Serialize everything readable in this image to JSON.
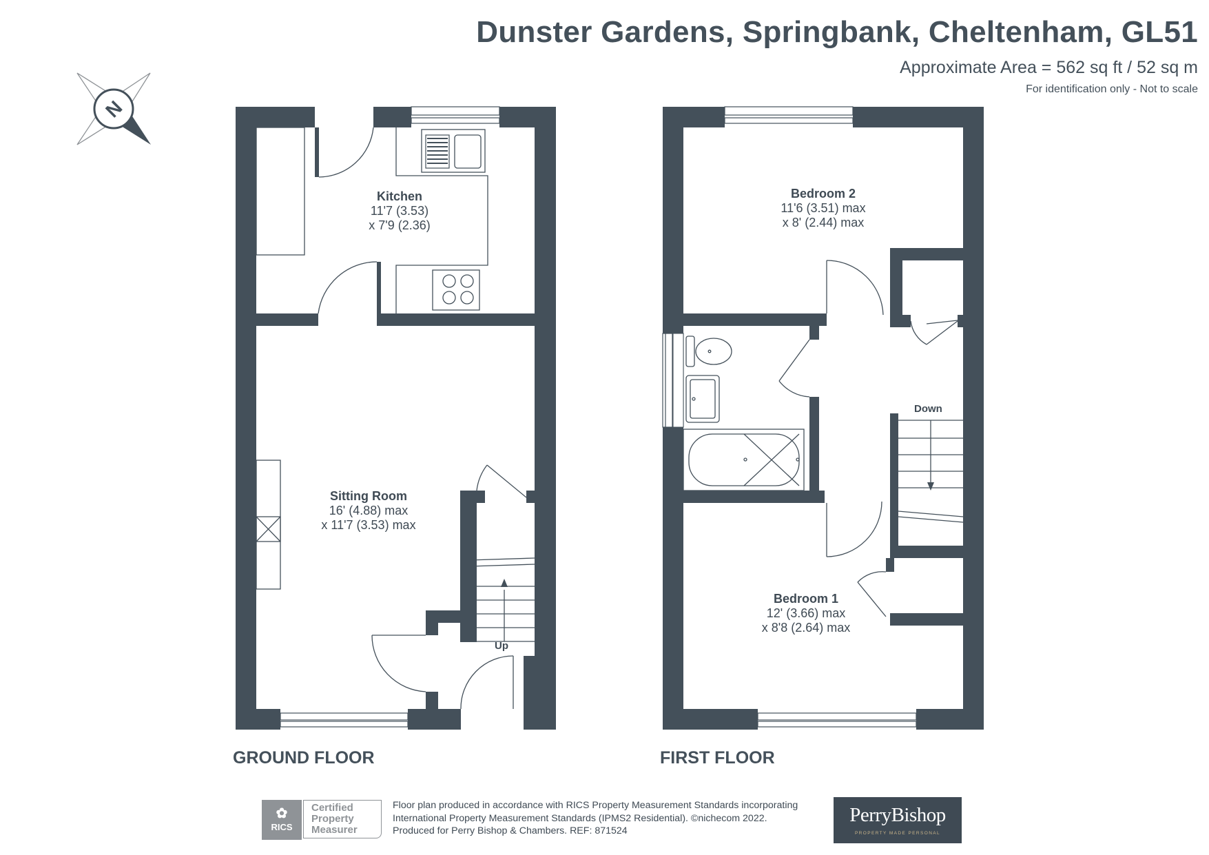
{
  "header": {
    "title": "Dunster Gardens, Springbank, Cheltenham, GL51",
    "area": "Approximate Area = 562 sq ft / 52 sq m",
    "note": "For identification only - Not to scale"
  },
  "compass": {
    "letter": "N",
    "icon": "north-compass-icon"
  },
  "ground_floor": {
    "label": "GROUND FLOOR",
    "rooms": [
      {
        "name": "Kitchen",
        "dim1": "11'7 (3.53)",
        "dim2": "x 7'9 (2.36)"
      },
      {
        "name": "Sitting Room",
        "dim1": "16' (4.88) max",
        "dim2": "x 11'7 (3.53) max"
      }
    ],
    "stairs_label": "Up"
  },
  "first_floor": {
    "label": "FIRST FLOOR",
    "rooms": [
      {
        "name": "Bedroom 2",
        "dim1": "11'6 (3.51) max",
        "dim2": "x 8' (2.44) max"
      },
      {
        "name": "Bedroom 1",
        "dim1": "12' (3.66) max",
        "dim2": "x 8'8 (2.64) max"
      }
    ],
    "stairs_label": "Down"
  },
  "footer": {
    "line1": "Floor plan produced in accordance with RICS Property Measurement Standards incorporating",
    "line2": "International Property Measurement Standards (IPMS2 Residential).   ©nichecom 2022.",
    "line3": "Produced for Perry Bishop & Chambers.   REF: 871524",
    "rics_logo": "RICS",
    "rics_badge": [
      "Certified",
      "Property",
      "Measurer"
    ],
    "brand": "PerryBishop",
    "brand_tagline": "PROPERTY MADE PERSONAL"
  },
  "colors": {
    "wall": "#44505a",
    "text": "#3f4a54",
    "fixture": "#44505a"
  }
}
